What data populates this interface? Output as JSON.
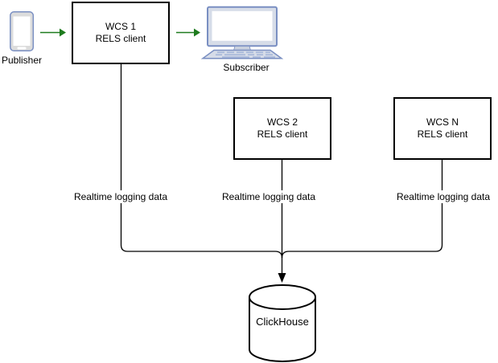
{
  "diagram": {
    "publisher": {
      "label": "Publisher"
    },
    "subscriber": {
      "label": "Subscriber"
    },
    "wcs_nodes": [
      {
        "title": "WCS 1",
        "subtitle": "RELS client"
      },
      {
        "title": "WCS 2",
        "subtitle": "RELS client"
      },
      {
        "title": "WCS N",
        "subtitle": "RELS client"
      }
    ],
    "edge_labels": [
      "Realtime logging data",
      "Realtime logging data",
      "Realtime logging data"
    ],
    "database": {
      "label": "ClickHouse"
    },
    "colors": {
      "arrow_green": "#1e7b1e",
      "connector_black": "#000000",
      "icon_stroke_blue": "#7a8fc2",
      "icon_fill_light": "#d6dce8",
      "icon_fill_gray": "#dcdcdc",
      "key_fill": "#a9b9da"
    }
  }
}
